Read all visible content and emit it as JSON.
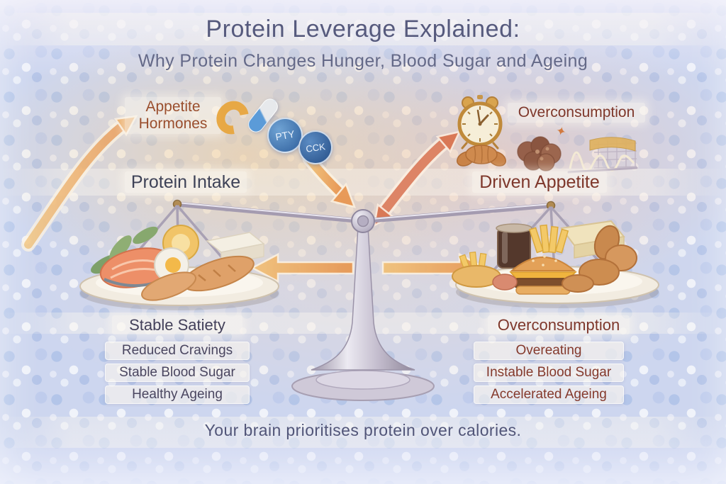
{
  "title": "Protein Leverage Explained:",
  "subtitle": "Why Protein Changes Hunger, Blood Sugar and Ageing",
  "hormones": {
    "label": "Appetite Hormones",
    "badges": [
      "PTY",
      "CCK"
    ]
  },
  "flow": {
    "protein_intake": "Protein Intake",
    "overconsumption_trigger": "Overconsumption",
    "driven_appetite": "Driven Appetite"
  },
  "left_outcomes": {
    "heading": "Stable Satiety",
    "items": [
      "Reduced Cravings",
      "Stable Blood Sugar",
      "Healthy Ageing"
    ]
  },
  "right_outcomes": {
    "heading": "Overconsumption",
    "items": [
      "Overeating",
      "Instable Blood Sugar",
      "Accelerated Ageing"
    ]
  },
  "footer": {
    "text": "Your brain prioritises protein over calories."
  },
  "colors": {
    "slate_text": "#3e4257",
    "title_text": "#565a7d",
    "rust_text": "#9a4e2d",
    "maroon_text": "#7e372b",
    "arrow_orange": "#eda85e",
    "arrow_salmon": "#dd8060",
    "badge_blue": "#3a6fa8",
    "background_blue": "#cdd6ef"
  },
  "icons": {
    "hormone_curl": "ghrelin-curl-icon",
    "capsule": "capsule-icon",
    "pty_badge": "pty-hormone-badge",
    "cck_badge": "cck-hormone-badge",
    "alarm_clock": "alarm-clock-icon",
    "croissant": "croissant-icon",
    "snack_cluster": "snack-cluster-icon",
    "craving_graph": "craving-graph-icon",
    "balance_scale": "balance-scale",
    "protein_plate": "protein-plate",
    "junk_food_plate": "junk-food-plate"
  }
}
